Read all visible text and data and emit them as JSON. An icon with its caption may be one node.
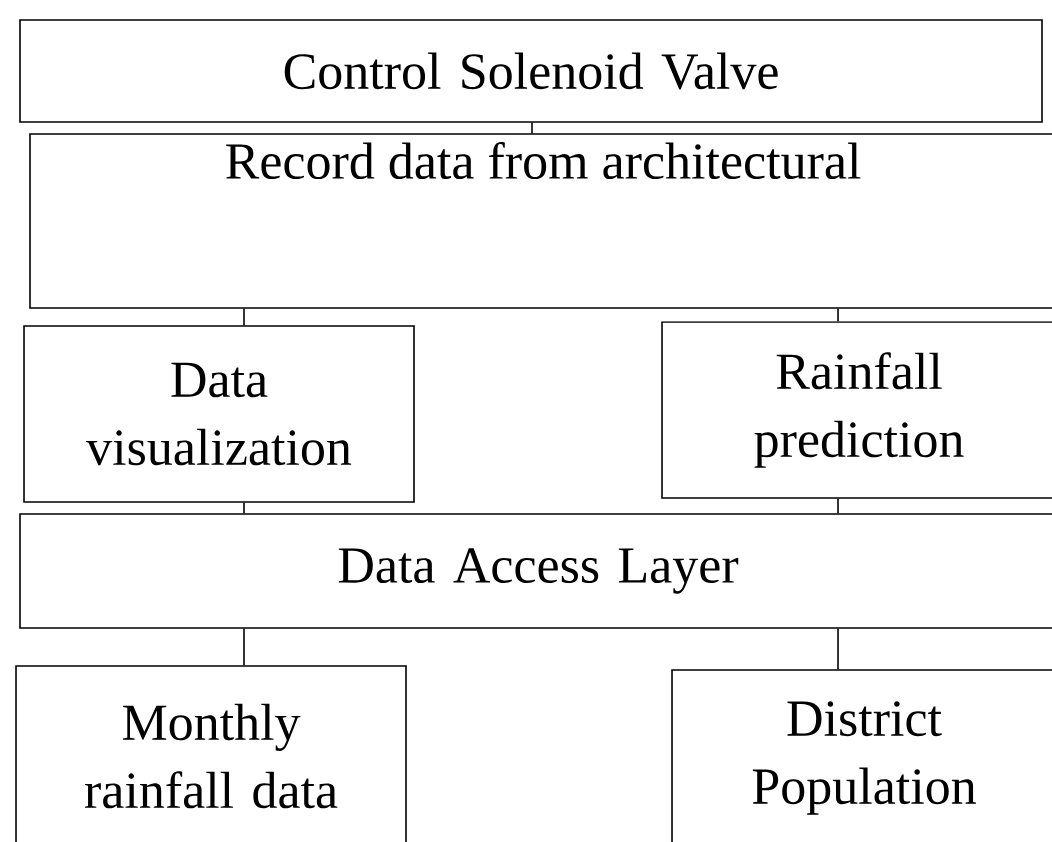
{
  "diagram": {
    "nodes": [
      {
        "text": [
          "Control Solenoid Valve"
        ]
      },
      {
        "text": [
          "Record data from architectural"
        ]
      },
      {
        "text": [
          "Data visualization"
        ]
      },
      {
        "text": [
          "Rainfall prediction"
        ]
      },
      {
        "text": [
          "Data Access Layer"
        ]
      },
      {
        "text": [
          "Monthly rainfall data"
        ]
      },
      {
        "text": [
          "District Population"
        ]
      }
    ],
    "edges": [
      {
        "from": 0,
        "to": 1,
        "arrow": "none"
      },
      {
        "from": 1,
        "to": 2,
        "arrow": "none"
      },
      {
        "from": 1,
        "to": 3,
        "arrow": "none"
      },
      {
        "from": 2,
        "to": 4,
        "arrow": "none"
      },
      {
        "from": 3,
        "to": 4,
        "arrow": "none"
      },
      {
        "from": 4,
        "to": 5,
        "arrow": "none"
      },
      {
        "from": 4,
        "to": 6,
        "arrow": "none"
      }
    ]
  }
}
